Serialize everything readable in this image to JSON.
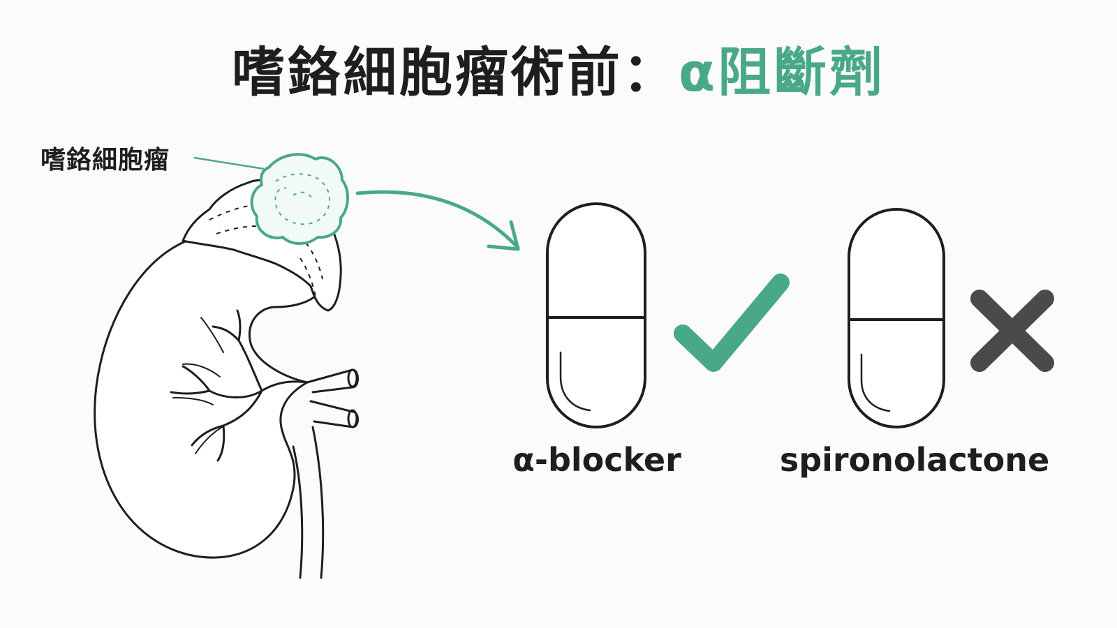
{
  "title": {
    "main": "嗜鉻細胞瘤術前：",
    "accent": "α阻斷劑"
  },
  "labels": {
    "tumor": "嗜鉻細胞瘤"
  },
  "drugs": [
    {
      "name": "α-blocker",
      "status": "check"
    },
    {
      "name": "spironolactone",
      "status": "cross"
    }
  ],
  "colors": {
    "accent": "#4aa88a",
    "ink": "#1e1e1e",
    "cross": "#4a4a4a",
    "background": "#fbfbfb"
  },
  "icons": {
    "check": "check-icon",
    "cross": "cross-icon",
    "capsule": "capsule-icon",
    "arrow": "curved-arrow-icon"
  }
}
